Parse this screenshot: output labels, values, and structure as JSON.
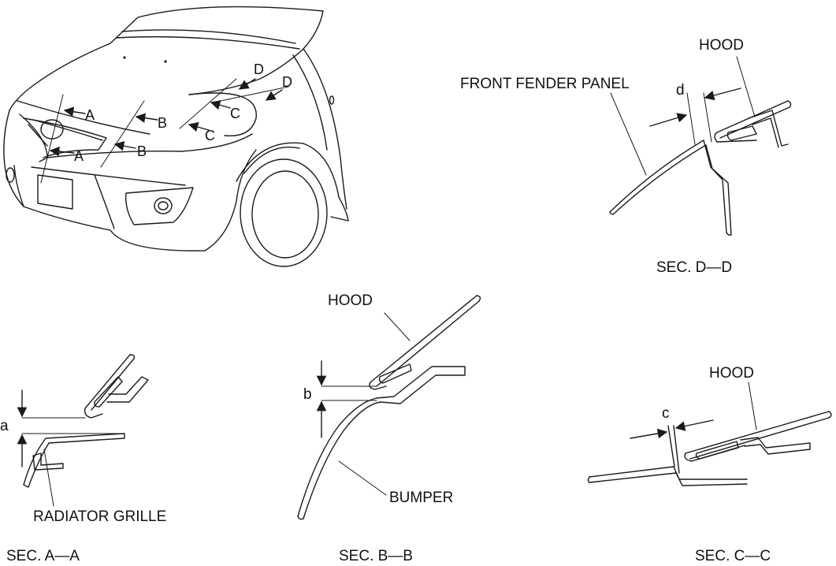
{
  "labels": {
    "hood_d": "HOOD",
    "front_fender_panel": "FRONT FENDER PANEL",
    "dim_d": "d",
    "sec_d": "SEC. D—D",
    "hood_b": "HOOD",
    "dim_b": "b",
    "bumper": "BUMPER",
    "sec_b": "SEC. B—B",
    "dim_a": "a",
    "radiator_grille": "RADIATOR GRILLE",
    "sec_a": "SEC. A—A",
    "hood_c": "HOOD",
    "dim_c": "c",
    "sec_c": "SEC. C—C"
  },
  "car_markers": {
    "a1": "A",
    "a2": "A",
    "b1": "B",
    "b2": "B",
    "c1": "C",
    "c2": "C",
    "d1": "D",
    "d2": "D"
  }
}
